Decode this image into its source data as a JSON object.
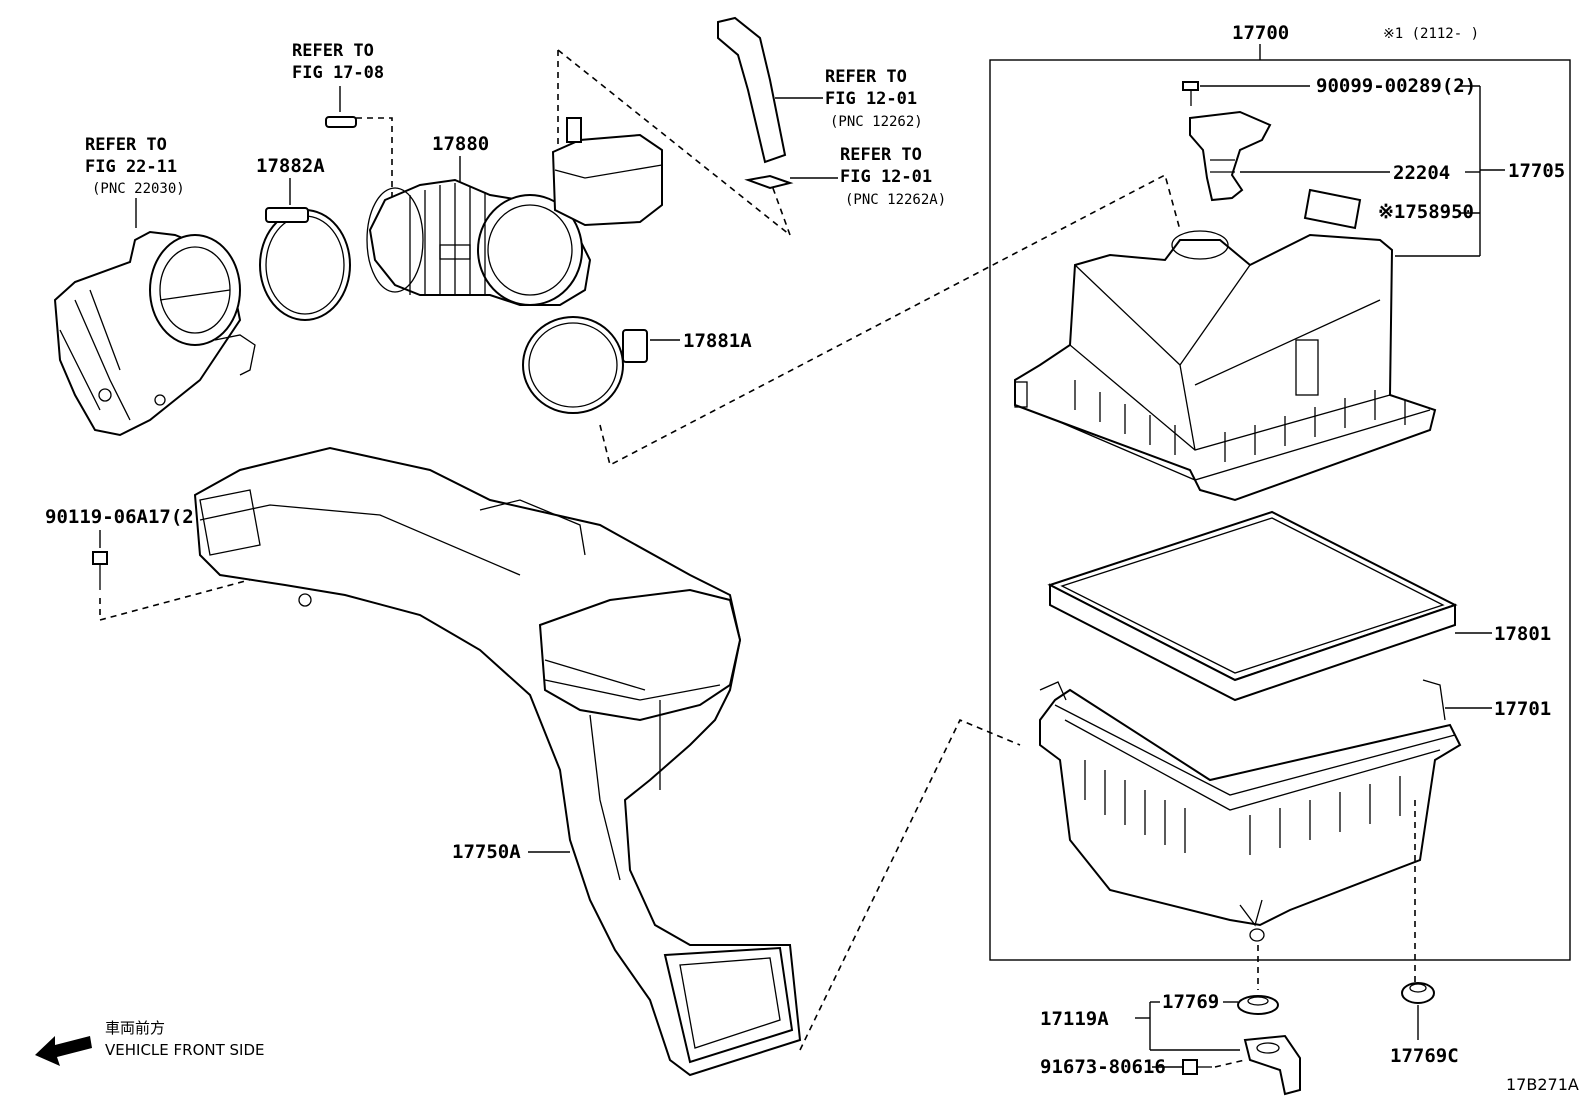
{
  "diagram": {
    "refs": {
      "fig_17_08": [
        "REFER TO",
        "FIG 17-08"
      ],
      "fig_22_11": [
        "REFER TO",
        "FIG 22-11",
        "(PNC 22030)"
      ],
      "fig_12_01_a": [
        "REFER TO",
        "FIG 12-01",
        "(PNC 12262)"
      ],
      "fig_12_01_b": [
        "REFER TO",
        "FIG 12-01",
        "(PNC 12262A)"
      ]
    },
    "parts": {
      "p17700": "17700",
      "note": "※1 (2112-     )",
      "p90099": "90099-00289(2)",
      "p22204": "22204",
      "p17705": "17705",
      "p17589": "※1758950",
      "p17801": "17801",
      "p17701": "17701",
      "p17769": "17769",
      "p17119": "17119A",
      "p91673": "91673-80616",
      "p17769c": "17769C",
      "p17880": "17880",
      "p17882": "17882A",
      "p17881": "17881A",
      "p90119": "90119-06A17(2)",
      "p17750": "17750A"
    },
    "direction": {
      "jp": "車両前方",
      "en": "VEHICLE FRONT SIDE"
    },
    "figure_code": "17B271A"
  }
}
